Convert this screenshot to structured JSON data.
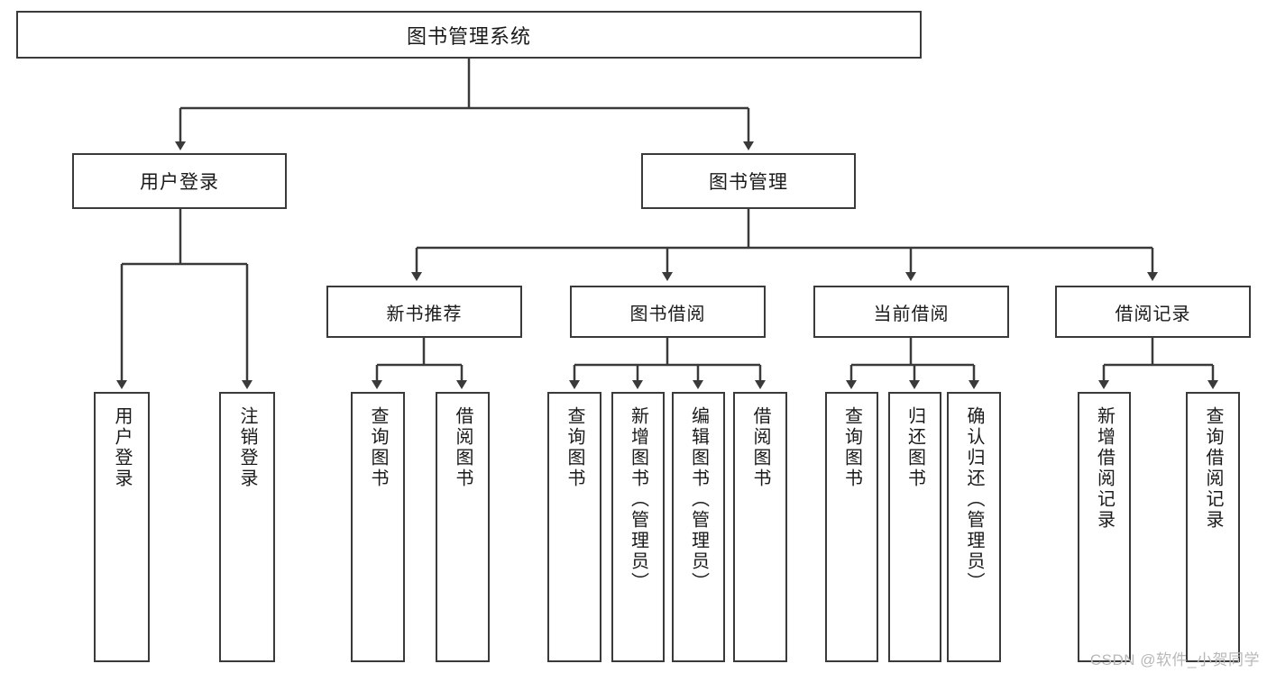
{
  "diagram": {
    "title": "图书管理系统",
    "type": "tree-hierarchy",
    "colors": {
      "box_border": "#3a3a3a",
      "box_fill": "#ffffff",
      "edge": "#3a3a3a",
      "text": "#1a1a1a",
      "watermark": "#b8b8b8",
      "background": "#ffffff"
    },
    "root": {
      "label": "图书管理系统"
    },
    "level1": [
      {
        "id": "user-login",
        "label": "用户登录"
      },
      {
        "id": "book-manage",
        "label": "图书管理"
      }
    ],
    "level2": [
      {
        "id": "new-book-recommend",
        "label": "新书推荐",
        "parent": "book-manage"
      },
      {
        "id": "book-borrow",
        "label": "图书借阅",
        "parent": "book-manage"
      },
      {
        "id": "current-borrow",
        "label": "当前借阅",
        "parent": "book-manage"
      },
      {
        "id": "borrow-record",
        "label": "借阅记录",
        "parent": "book-manage"
      }
    ],
    "leaves": [
      {
        "id": "leaf-user-login",
        "label": "用户登录",
        "parent": "user-login"
      },
      {
        "id": "leaf-logout-login",
        "label": "注销登录",
        "parent": "user-login"
      },
      {
        "id": "leaf-query-book-1",
        "label": "查询图书",
        "parent": "new-book-recommend"
      },
      {
        "id": "leaf-borrow-book-1",
        "label": "借阅图书",
        "parent": "new-book-recommend"
      },
      {
        "id": "leaf-query-book-2",
        "label": "查询图书",
        "parent": "book-borrow"
      },
      {
        "id": "leaf-add-book",
        "label": "新增图书（管理员）",
        "parent": "book-borrow"
      },
      {
        "id": "leaf-edit-book",
        "label": "编辑图书（管理员）",
        "parent": "book-borrow"
      },
      {
        "id": "leaf-borrow-book-2",
        "label": "借阅图书",
        "parent": "book-borrow"
      },
      {
        "id": "leaf-query-book-3",
        "label": "查询图书",
        "parent": "current-borrow"
      },
      {
        "id": "leaf-return-book",
        "label": "归还图书",
        "parent": "current-borrow"
      },
      {
        "id": "leaf-confirm-return",
        "label": "确认归还（管理员）",
        "parent": "current-borrow"
      },
      {
        "id": "leaf-add-record",
        "label": "新增借阅记录",
        "parent": "borrow-record"
      },
      {
        "id": "leaf-query-record",
        "label": "查询借阅记录",
        "parent": "borrow-record"
      }
    ],
    "watermark": "CSDN @软件_小贺同学"
  }
}
